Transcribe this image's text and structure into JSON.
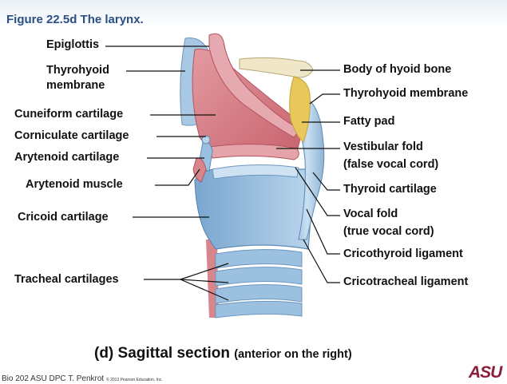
{
  "figure_title": "Figure 22.5d The larynx.",
  "labels_left": {
    "epiglottis": "Epiglottis",
    "thyrohyoid_membrane_1": "Thyrohyoid",
    "thyrohyoid_membrane_2": "membrane",
    "cuneiform": "Cuneiform cartilage",
    "corniculate": "Corniculate cartilage",
    "arytenoid_cartilage": "Arytenoid cartilage",
    "arytenoid_muscle": "Arytenoid muscle",
    "cricoid": "Cricoid cartilage",
    "tracheal": "Tracheal cartilages"
  },
  "labels_right": {
    "hyoid": "Body of hyoid bone",
    "thyrohyoid_membrane": "Thyrohyoid membrane",
    "fatty_pad": "Fatty pad",
    "vestibular_1": "Vestibular fold",
    "vestibular_2": "(false vocal cord)",
    "thyroid": "Thyroid cartilage",
    "vocal_1": "Vocal fold",
    "vocal_2": "(true vocal cord)",
    "cricothyroid": "Cricothyroid ligament",
    "cricotracheal": "Cricotracheal ligament"
  },
  "caption": {
    "main": "(d) Sagittal section",
    "sub": "(anterior on the right)"
  },
  "footer": {
    "text": "Bio 202  ASU DPC T. Penkrot",
    "copyright": "© 2013 Pearson Education, Inc."
  },
  "logo": "ASU",
  "colors": {
    "title": "#2b4f85",
    "cartilage": "#b8d4ea",
    "muscle": "#d9858c",
    "fat": "#e8c85a",
    "bone": "#f0e6c8"
  }
}
